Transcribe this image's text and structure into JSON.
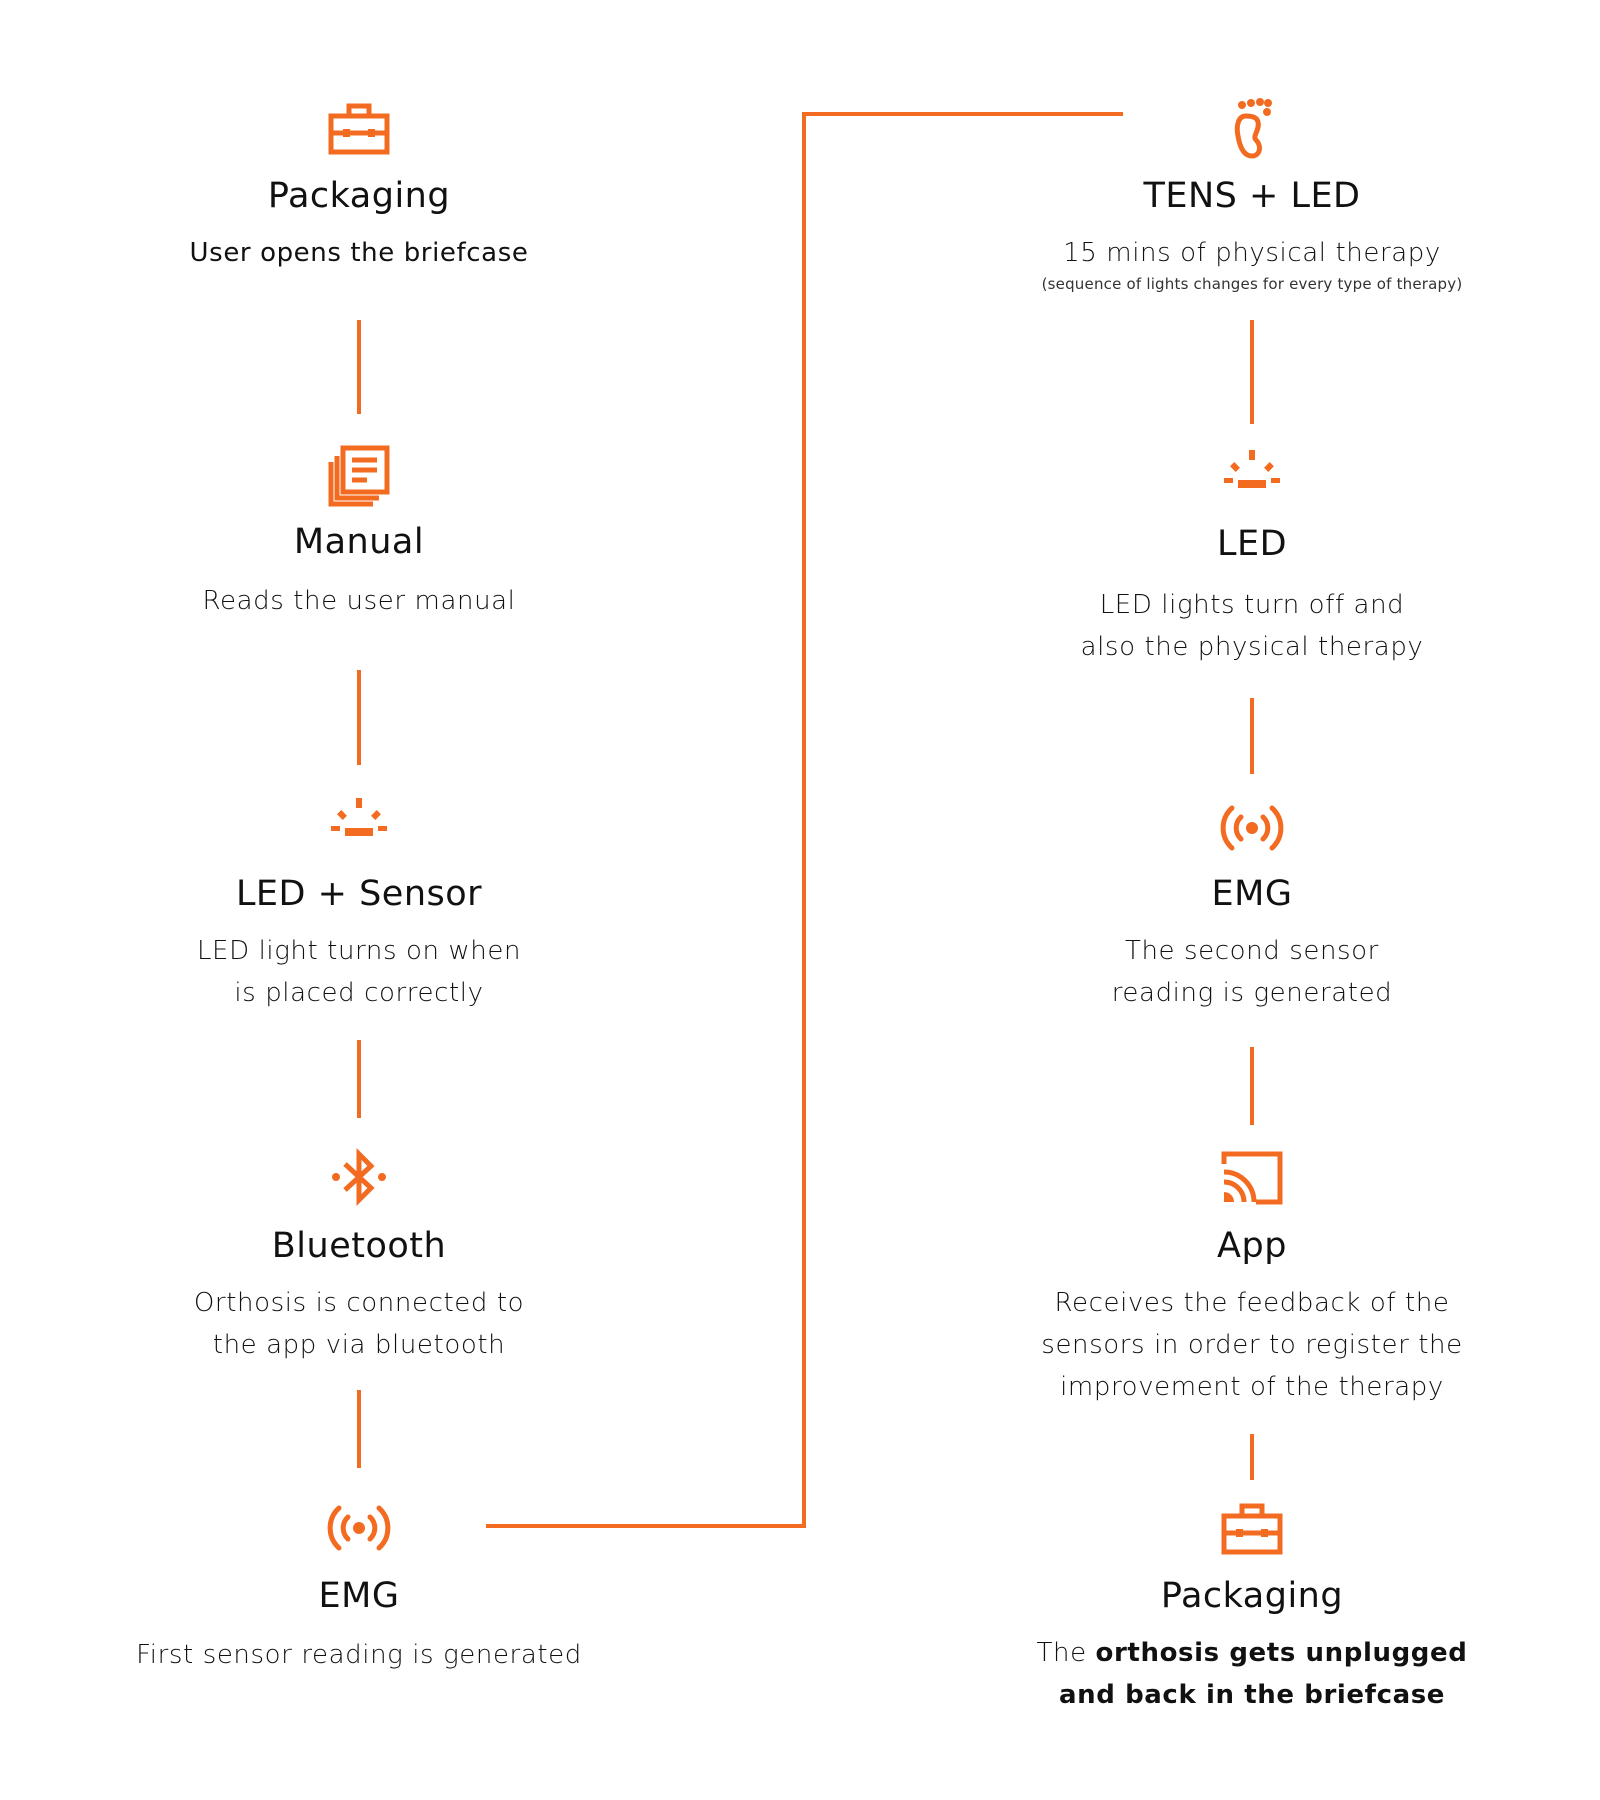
{
  "accent_color": "#F26B21",
  "left_column": [
    {
      "icon": "briefcase-icon",
      "title": "Packaging",
      "desc": [
        "User opens the briefcase"
      ]
    },
    {
      "icon": "manual-icon",
      "title": "Manual",
      "desc": [
        "Reads the user manual"
      ]
    },
    {
      "icon": "led-light-icon",
      "title": "LED + Sensor",
      "desc": [
        "LED light turns on when",
        "is placed correctly"
      ]
    },
    {
      "icon": "bluetooth-icon",
      "title": "Bluetooth",
      "desc": [
        "Orthosis is connected to",
        "the app via bluetooth"
      ]
    },
    {
      "icon": "emg-signal-icon",
      "title": "EMG",
      "desc": [
        "First sensor reading is generated"
      ]
    }
  ],
  "right_column": [
    {
      "icon": "foot-icon",
      "title": "TENS + LED",
      "desc": [
        "15 mins of physical therapy"
      ],
      "note": "(sequence of lights changes for every type of therapy)"
    },
    {
      "icon": "led-light-icon",
      "title": "LED",
      "desc": [
        "LED lights turn off and",
        "also the physical therapy"
      ]
    },
    {
      "icon": "emg-signal-icon",
      "title": "EMG",
      "desc": [
        "The second sensor",
        "reading is generated"
      ]
    },
    {
      "icon": "cast-app-icon",
      "title": "App",
      "desc": [
        "Receives the feedback of the",
        "sensors in order to register the",
        "improvement of the therapy"
      ]
    },
    {
      "icon": "briefcase-icon",
      "title": "Packaging",
      "desc_rich": {
        "plain": "The ",
        "bold_1": "orthosis gets unplugged",
        "bold_2": "and back in the briefcase"
      }
    }
  ]
}
